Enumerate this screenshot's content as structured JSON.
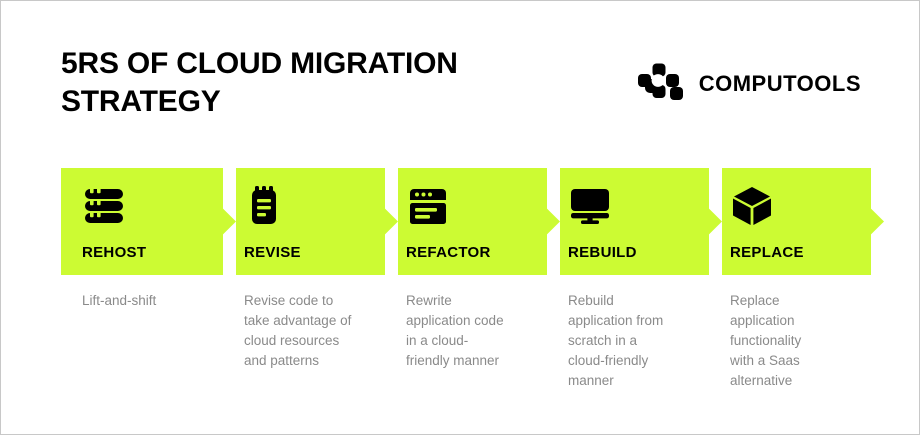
{
  "header": {
    "title": "5RS of Cloud Migration\nStrategy",
    "brand_name": "COMPUTOOLS",
    "brand_mark_icon": "computools-logo-icon"
  },
  "theme": {
    "accent_green": "#CCFB33",
    "text_dark": "#000000",
    "text_muted": "#8A8A8A",
    "background": "#FFFFFF",
    "frame_border": "#C8C8C8"
  },
  "steps": [
    {
      "label": "REHOST",
      "icon": "server-stack-icon",
      "description": "Lift-and-shift"
    },
    {
      "label": "REVISE",
      "icon": "notepad-icon",
      "description": "Revise code to\ntake advantage of\ncloud resources\nand patterns"
    },
    {
      "label": "REFACTOR",
      "icon": "browser-window-icon",
      "description": "Rewrite\napplication code\nin a cloud-\nfriendly manner"
    },
    {
      "label": "REBUILD",
      "icon": "monitor-icon",
      "description": "Rebuild\napplication from\nscratch in a\ncloud-friendly\nmanner"
    },
    {
      "label": "REPLACE",
      "icon": "cube-icon",
      "description": "Replace\napplication\nfunctionality\nwith a Saas\nalternative"
    }
  ]
}
